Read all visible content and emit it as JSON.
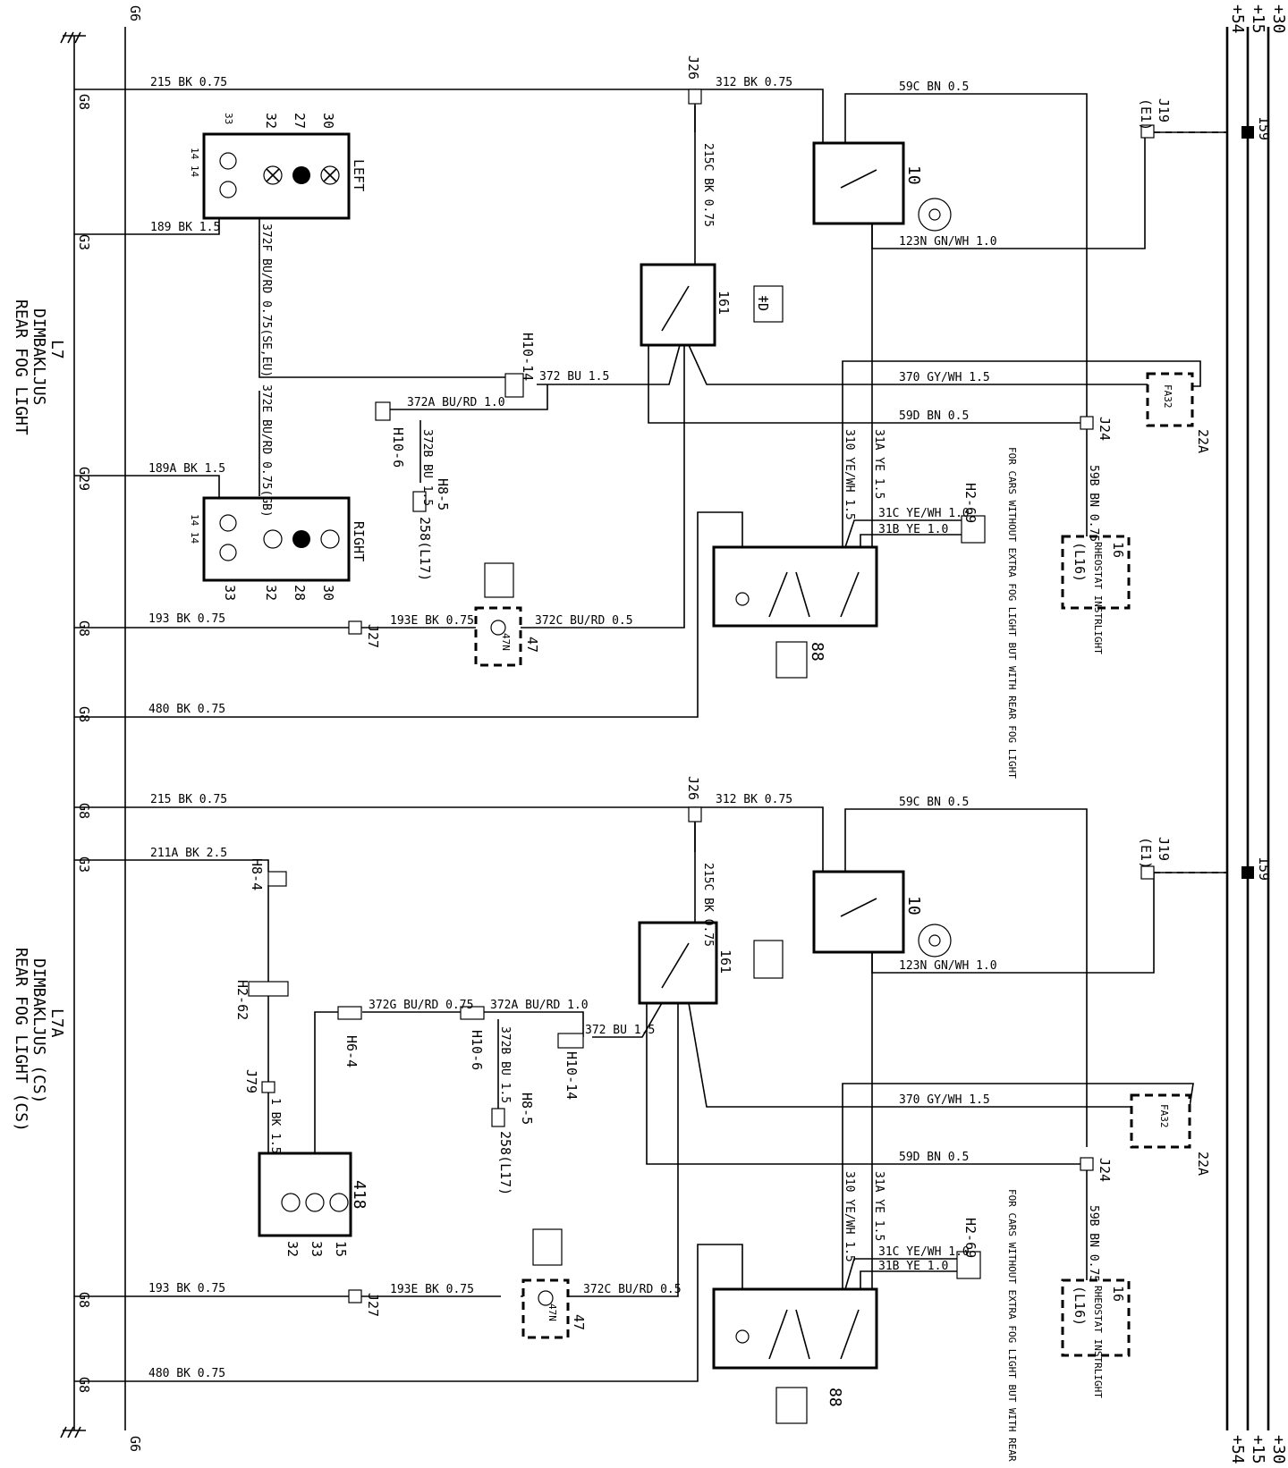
{
  "rails": [
    "+30",
    "+15",
    "+54"
  ],
  "ground": {
    "label": "G6"
  },
  "grounds_top": [
    "G8",
    "G3",
    "G29",
    "G8",
    "G8"
  ],
  "grounds_bottom": [
    "G8",
    "G3",
    "G8",
    "G8"
  ],
  "top_section": {
    "code": "L7",
    "title_sv": "DIMBAKLJUS",
    "title_en": "REAR FOG LIGHT",
    "left_lamp": {
      "label": "LEFT",
      "pins": [
        "33",
        "32",
        "27",
        "30"
      ],
      "bulbs": "14 14"
    },
    "right_lamp": {
      "label": "RIGHT",
      "pins": [
        "33",
        "32",
        "28",
        "30"
      ],
      "bulbs": "14 14"
    },
    "relay": "161",
    "switch": "88",
    "ignition": "10",
    "fuse": "22A",
    "fuse_label": "FA32",
    "rheostat_num": "16",
    "rheostat": "RHEOSTAT INSTRLIGHT",
    "rheostat_ref": "(L16)",
    "indicator": "47",
    "indicator_label": "47N",
    "connectors": [
      "J26",
      "J24",
      "J27",
      "J19",
      "(E1)",
      "159",
      "H10-14",
      "H10-6",
      "H8-5",
      "258(L17)",
      "H2-69"
    ],
    "note": "FOR CARS WITHOUT EXTRA FOG LIGHT BUT WITH REAR FOG LIGHT",
    "wires": [
      "215 BK 0.75",
      "312 BK 0.75",
      "59C BN 0.5",
      "215C BK 0.75",
      "189 BK 1.5",
      "123N GN/WH 1.0",
      "372F BU/RD 0.75(SE,EU)",
      "372 BU 1.5",
      "370 GY/WH 1.5",
      "372A BU/RD 1.0",
      "59D BN 0.5",
      "372E BU/RD 0.75(GB)",
      "372B BU 1.5",
      "310 YE/WH 1.5",
      "31A YE 1.5",
      "59B BN 0.75",
      "189A BK 1.5",
      "31C YE/WH 1.0",
      "31B YE 1.0",
      "193 BK 0.75",
      "193E BK 0.75",
      "372C BU/RD 0.5",
      "480 BK 0.75"
    ]
  },
  "bottom_section": {
    "code": "L7A",
    "title_sv": "DIMBAKLJUS (CS)",
    "title_en": "REAR FOG LIGHT (CS)",
    "lamp": {
      "label": "418",
      "pins": [
        "32",
        "33",
        "15"
      ]
    },
    "relay": "161",
    "switch": "88",
    "ignition": "10",
    "fuse": "22A",
    "fuse_label": "FA32",
    "rheostat_num": "16",
    "rheostat": "RHEOSTAT INSTRLIGHT",
    "rheostat_ref": "(L16)",
    "indicator": "47",
    "indicator_label": "47N",
    "connectors": [
      "J26",
      "J24",
      "J27",
      "J79",
      "J19",
      "(E1)",
      "159",
      "H8-4",
      "H2-62",
      "H6-4",
      "H10-6",
      "H10-14",
      "H8-5",
      "258(L17)",
      "H2-69"
    ],
    "note": "FOR CARS WITHOUT EXTRA FOG LIGHT BUT WITH REAR FOG LIGHT",
    "wires": [
      "215 BK 0.75",
      "312 BK 0.75",
      "59C BN 0.5",
      "215C BK 0.75",
      "211A BK 2.5",
      "123N GN/WH 1.0",
      "372G BU/RD 0.75",
      "372A BU/RD 1.0",
      "372 BU 1.5",
      "372B BU 1.5",
      "1 BK 1.5",
      "370 GY/WH 1.5",
      "59D BN 0.5",
      "310 YE/WH 1.5",
      "31A YE 1.5",
      "59B BN 0.75",
      "31C YE/WH 1.0",
      "31B YE 1.0",
      "193 BK 0.75",
      "193E BK 0.75",
      "372C BU/RD 0.5",
      "480 BK 0.75"
    ]
  }
}
